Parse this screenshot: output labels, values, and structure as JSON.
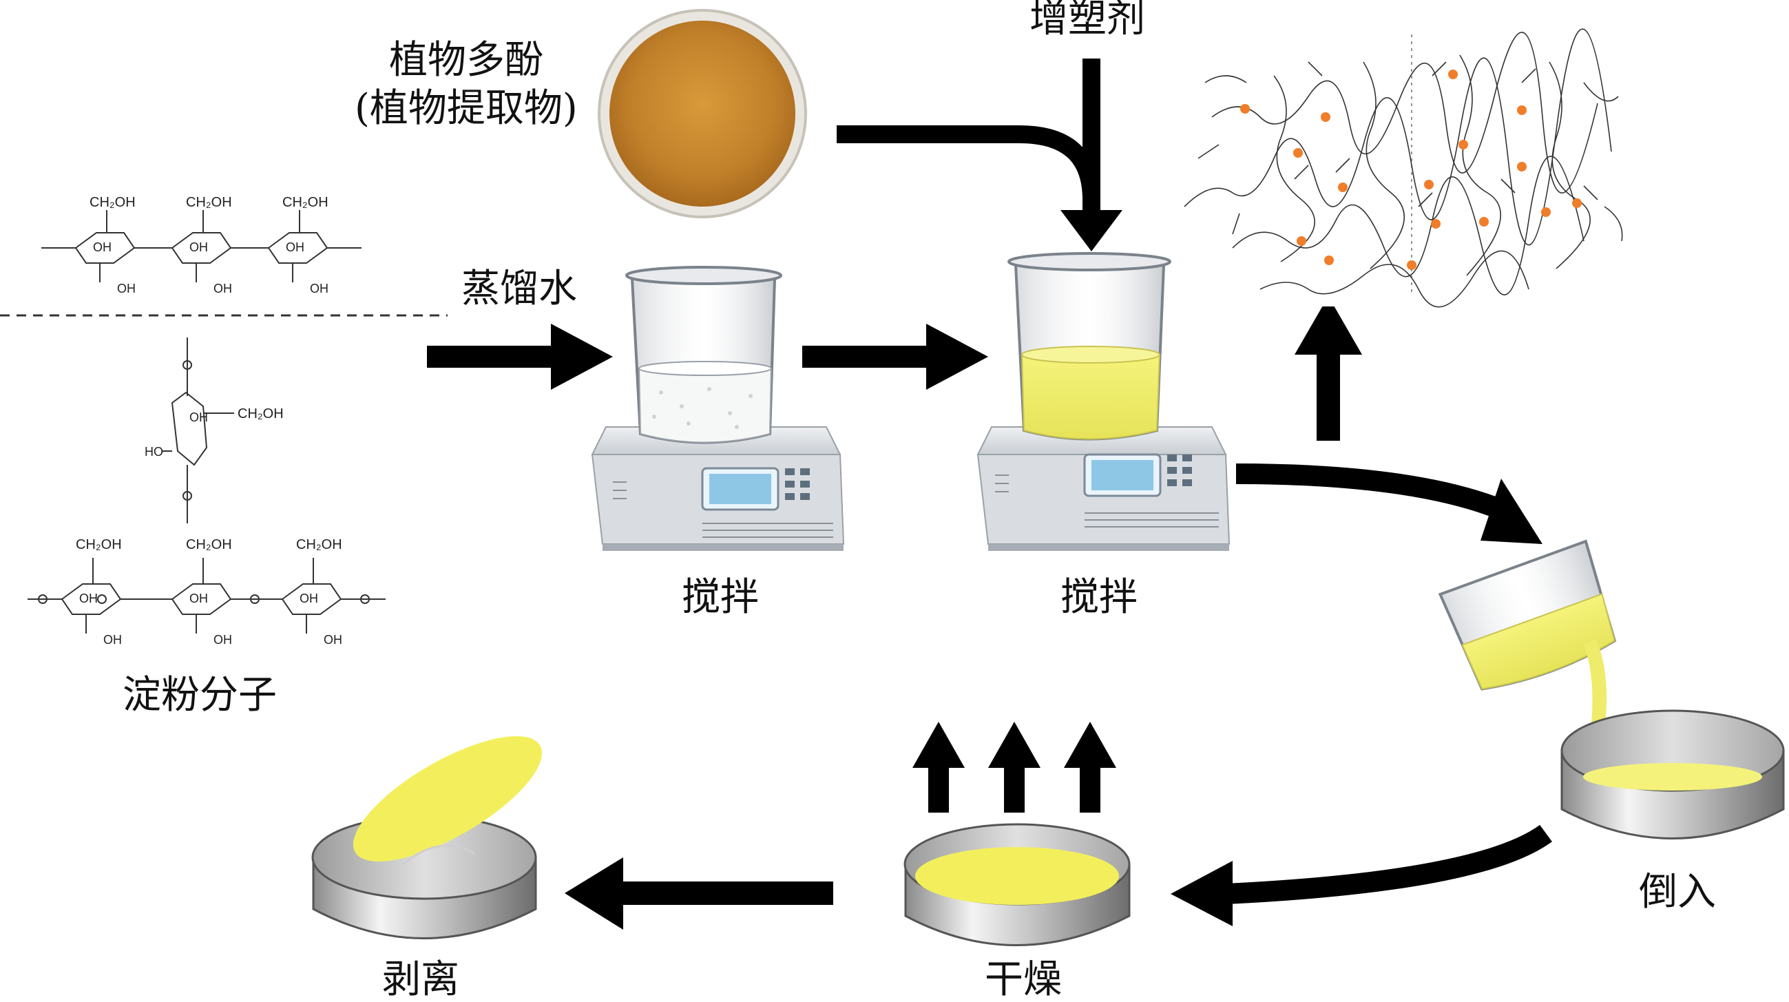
{
  "labels": {
    "polyphenol": "植物多酚",
    "polyphenol_sub": "(植物提取物)",
    "plasticizer": "增塑剂",
    "water": "蒸馏水",
    "stir1": "搅拌",
    "stir2": "搅拌",
    "starch": "淀粉分子",
    "pour": "倒入",
    "dry": "干燥",
    "peel": "剥离"
  },
  "chem": {
    "ch2oh": "CH₂OH",
    "oh": "OH",
    "ho": "HO"
  },
  "colors": {
    "arrow": "#000000",
    "powder": "#c98a2a",
    "solution": "#eef07a",
    "film": "#f3ef5c",
    "network_dot": "#f07d2a",
    "stirrer": "#d7dbe0",
    "screen": "#8ec6e6"
  }
}
